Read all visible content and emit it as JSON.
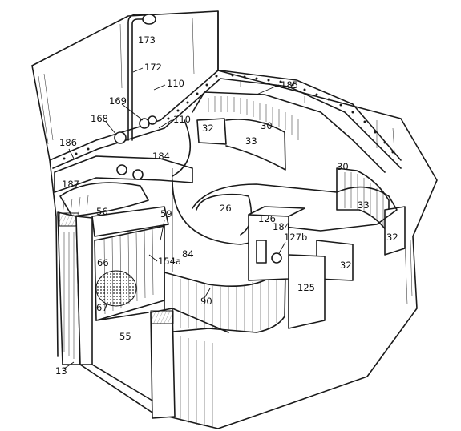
{
  "drawing": {
    "labels": {
      "r173": "173",
      "r172": "172",
      "r110a": "110",
      "r110b": "110",
      "r169": "169",
      "r168": "168",
      "r185": "185",
      "r186": "186",
      "r184a": "184",
      "r32a": "32",
      "r30a": "30",
      "r33a": "33",
      "r187": "187",
      "r56": "56",
      "r59": "59",
      "r26": "26",
      "r126": "126",
      "r184b": "184",
      "r127b": "127b",
      "r30b": "30",
      "r33b": "33",
      "r32b": "32",
      "r32c": "32",
      "r66": "66",
      "r154a": "154a",
      "r84": "84",
      "r125": "125",
      "r90": "90",
      "r67": "67",
      "r55": "55",
      "r13": "13"
    }
  }
}
